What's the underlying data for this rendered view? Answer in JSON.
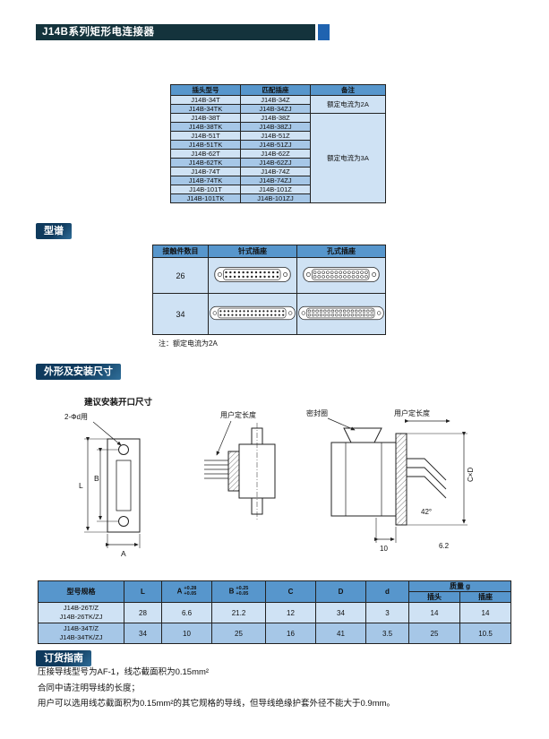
{
  "colors": {
    "title_bar_bg": "#14333c",
    "title_accent": "#1f63b0",
    "section_heading_bg": "#0f3a5d",
    "table_header_bg": "#5796cc",
    "row_light": "#cfe2f4",
    "row_dark": "#a6c7e7"
  },
  "page": {
    "title": "J14B系列矩形电连接器"
  },
  "model_table": {
    "headers": [
      "插头型号",
      "匹配插座",
      "备注"
    ],
    "rows": [
      [
        "J14B-34T",
        "J14B-34Z"
      ],
      [
        "J14B-34TK",
        "J14B-34ZJ"
      ],
      [
        "J14B-38T",
        "J14B-38Z"
      ],
      [
        "J14B-38TK",
        "J14B-38ZJ"
      ],
      [
        "J14B-51T",
        "J14B-51Z"
      ],
      [
        "J14B-51TK",
        "J14B-51ZJ"
      ],
      [
        "J14B-62T",
        "J14B-62Z"
      ],
      [
        "J14B-62TK",
        "J14B-62ZJ"
      ],
      [
        "J14B-74T",
        "J14B-74Z"
      ],
      [
        "J14B-74TK",
        "J14B-74ZJ"
      ],
      [
        "J14B-101T",
        "J14B-101Z"
      ],
      [
        "J14B-101TK",
        "J14B-101ZJ"
      ]
    ],
    "remark_2a": "额定电流为2A",
    "remark_3a": "额定电流为3A"
  },
  "spectrum": {
    "section_title": "型谱",
    "headers": [
      "接触件数目",
      "针式插座",
      "孔式插座"
    ],
    "rows": [
      {
        "count": "26",
        "pins_per_row": 13
      },
      {
        "count": "34",
        "pins_per_row": 17
      }
    ],
    "note": "注：额定电流为2A"
  },
  "outline": {
    "section_title": "外形及安装尺寸",
    "subtitle": "建议安装开口尺寸",
    "labels": {
      "hole": "2-Φd用",
      "user_length_1": "用户定长度",
      "seal": "密封圈",
      "user_length_2": "用户定长度",
      "dim_A": "A",
      "dim_B": "B",
      "dim_L": "L",
      "dim_10": "10",
      "dim_42": "42°",
      "dim_62": "6.2",
      "dim_CD": "C×D"
    }
  },
  "dim_table": {
    "headers": {
      "model": "型号规格",
      "L": "L",
      "A": "A",
      "A_tol_top": "+0.28",
      "A_tol_bot": "+0.05",
      "B": "B",
      "B_tol_top": "+0.25",
      "B_tol_bot": "+0.05",
      "C": "C",
      "D": "D",
      "d": "d",
      "mass": "质量 g",
      "plug": "插头",
      "socket": "插座"
    },
    "rows": [
      {
        "model_1": "J14B-26T/Z",
        "model_2": "J14B-26TK/ZJ",
        "L": "28",
        "A": "6.6",
        "B": "21.2",
        "C": "12",
        "D": "34",
        "d": "3",
        "plug": "14",
        "socket": "14"
      },
      {
        "model_1": "J14B-34T/Z",
        "model_2": "J14B-34TK/ZJ",
        "L": "34",
        "A": "10",
        "B": "25",
        "C": "16",
        "D": "41",
        "d": "3.5",
        "plug": "25",
        "socket": "10.5"
      }
    ]
  },
  "ordering": {
    "section_title": "订货指南",
    "lines": [
      "压接导线型号为AF-1，线芯截面积为0.15mm²",
      "合同中请注明导线的长度；",
      "用户可以选用线芯截面积为0.15mm²的其它规格的导线，但导线绝缘护套外径不能大于0.9mm。"
    ]
  }
}
